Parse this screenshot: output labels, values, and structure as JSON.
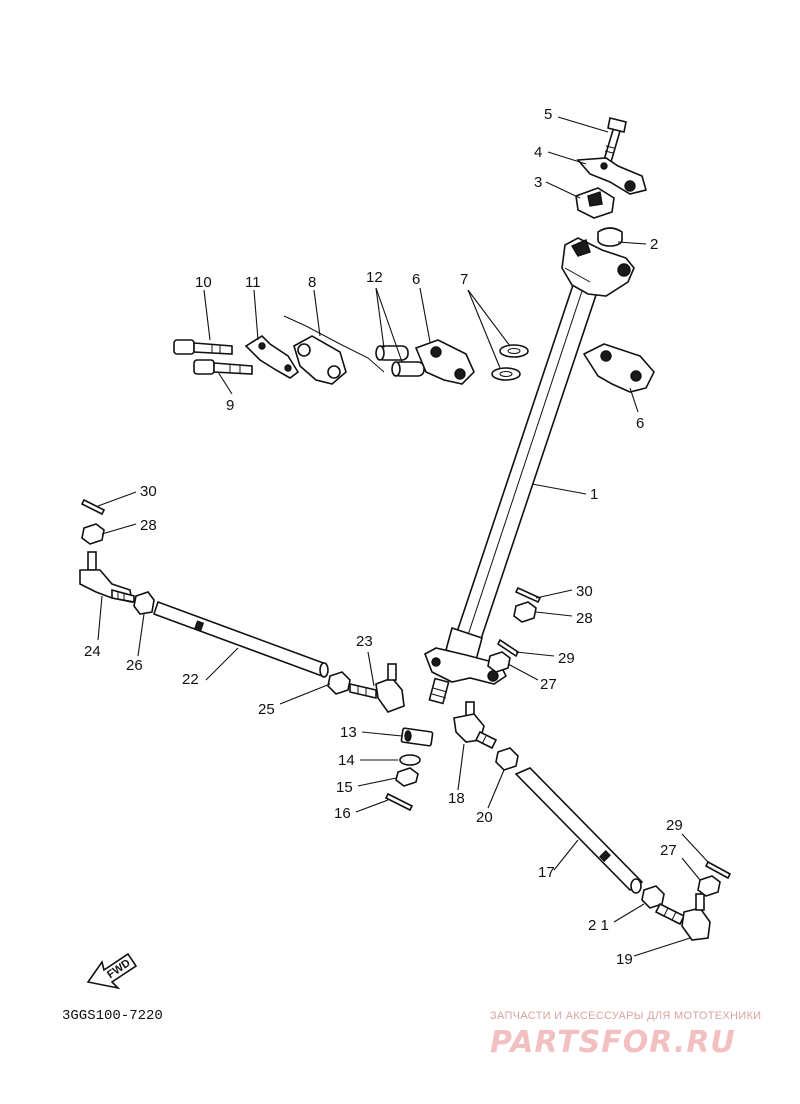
{
  "diagram": {
    "callouts": [
      {
        "id": "c1",
        "label": "1"
      },
      {
        "id": "c2",
        "label": "2"
      },
      {
        "id": "c3",
        "label": "3"
      },
      {
        "id": "c4",
        "label": "4"
      },
      {
        "id": "c5",
        "label": "5"
      },
      {
        "id": "c6a",
        "label": "6"
      },
      {
        "id": "c6b",
        "label": "6"
      },
      {
        "id": "c7",
        "label": "7"
      },
      {
        "id": "c8",
        "label": "8"
      },
      {
        "id": "c9",
        "label": "9"
      },
      {
        "id": "c10",
        "label": "10"
      },
      {
        "id": "c11",
        "label": "11"
      },
      {
        "id": "c12",
        "label": "12"
      },
      {
        "id": "c13",
        "label": "13"
      },
      {
        "id": "c14",
        "label": "14"
      },
      {
        "id": "c15",
        "label": "15"
      },
      {
        "id": "c16",
        "label": "16"
      },
      {
        "id": "c17",
        "label": "17"
      },
      {
        "id": "c18",
        "label": "18"
      },
      {
        "id": "c19",
        "label": "19"
      },
      {
        "id": "c20",
        "label": "20"
      },
      {
        "id": "c21",
        "label": "2 1"
      },
      {
        "id": "c22",
        "label": "22"
      },
      {
        "id": "c23",
        "label": "23"
      },
      {
        "id": "c24",
        "label": "24"
      },
      {
        "id": "c25",
        "label": "25"
      },
      {
        "id": "c26",
        "label": "26"
      },
      {
        "id": "c27a",
        "label": "27"
      },
      {
        "id": "c27b",
        "label": "27"
      },
      {
        "id": "c28a",
        "label": "28"
      },
      {
        "id": "c28b",
        "label": "28"
      },
      {
        "id": "c29a",
        "label": "29"
      },
      {
        "id": "c29b",
        "label": "29"
      },
      {
        "id": "c30a",
        "label": "30"
      },
      {
        "id": "c30b",
        "label": "30"
      }
    ],
    "diagram_code": "3GGS100-7220",
    "fwd_label": "FWD"
  },
  "watermark": {
    "tagline": "ЗАПЧАСТИ И АКСЕССУАРЫ ДЛЯ МОТОТЕХНИКИ",
    "brand": "PARTSFOR.RU",
    "color": "#e7a5a5"
  }
}
